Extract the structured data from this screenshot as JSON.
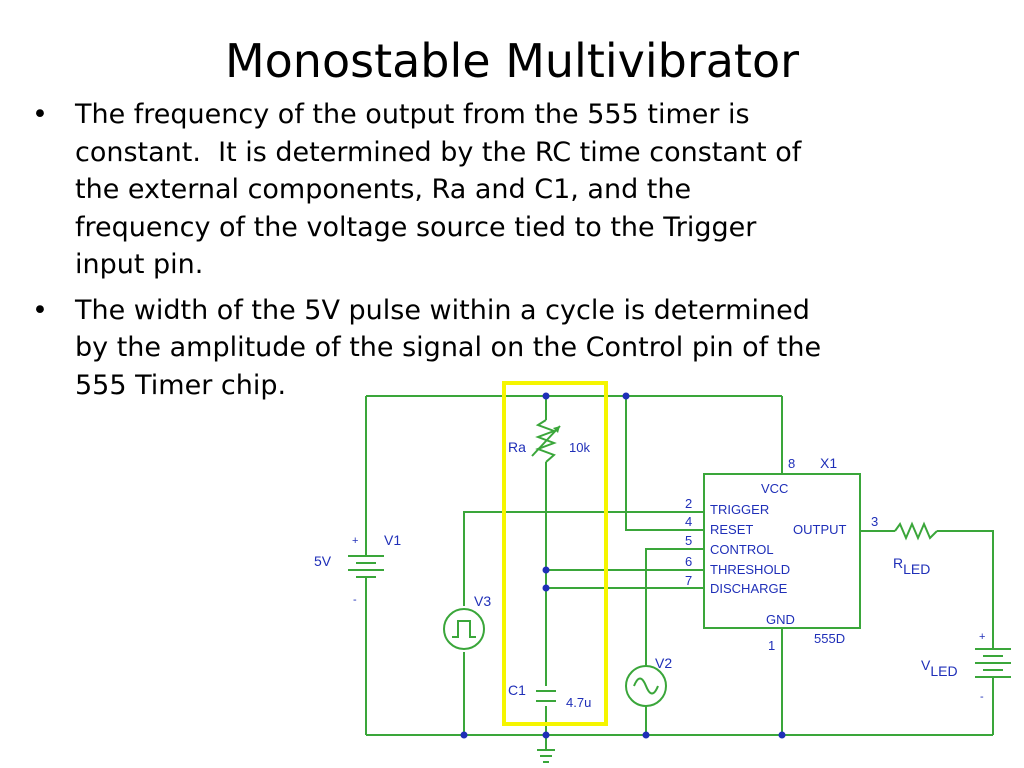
{
  "title": "Monostable Multivibrator",
  "bullets": [
    {
      "lines": [
        "The frequency of the output from the 555 timer is",
        "constant.  It is determined by the RC time constant of",
        "the external components, Ra and C1, and the",
        "frequency of the voltage source tied to the Trigger",
        "input pin."
      ]
    },
    {
      "lines": [
        "The width of the 5V pulse within a cycle is determined",
        "by the amplitude of the signal on the Control pin of the",
        "555 Timer chip."
      ]
    }
  ],
  "colors": {
    "wire": "#3aa63a",
    "junction": "#1f2fb8",
    "component_label": "#1f2fb8",
    "highlight": "#f5f500"
  },
  "schematic": {
    "ic": {
      "ref": "X1",
      "part": "555D",
      "pins": {
        "vcc": "VCC",
        "trigger": "TRIGGER",
        "reset": "RESET",
        "output": "OUTPUT",
        "control": "CONTROL",
        "threshold": "THRESHOLD",
        "discharge": "DISCHARGE",
        "gnd": "GND"
      },
      "pin_numbers": {
        "vcc": "8",
        "trigger": "2",
        "reset": "4",
        "control": "5",
        "threshold": "6",
        "discharge": "7",
        "output": "3",
        "gnd": "1"
      }
    },
    "ra": {
      "ref": "Ra",
      "value": "10k"
    },
    "c1": {
      "ref": "C1",
      "value": "4.7u"
    },
    "v1": {
      "ref": "V1",
      "value": "5V",
      "plus": "+",
      "minus": "-"
    },
    "v2": {
      "ref": "V2"
    },
    "v3": {
      "ref": "V3"
    },
    "rled": {
      "ref": "R",
      "sub": "LED"
    },
    "vled": {
      "ref": "V",
      "sub": "LED",
      "plus": "+",
      "minus": "-"
    }
  }
}
